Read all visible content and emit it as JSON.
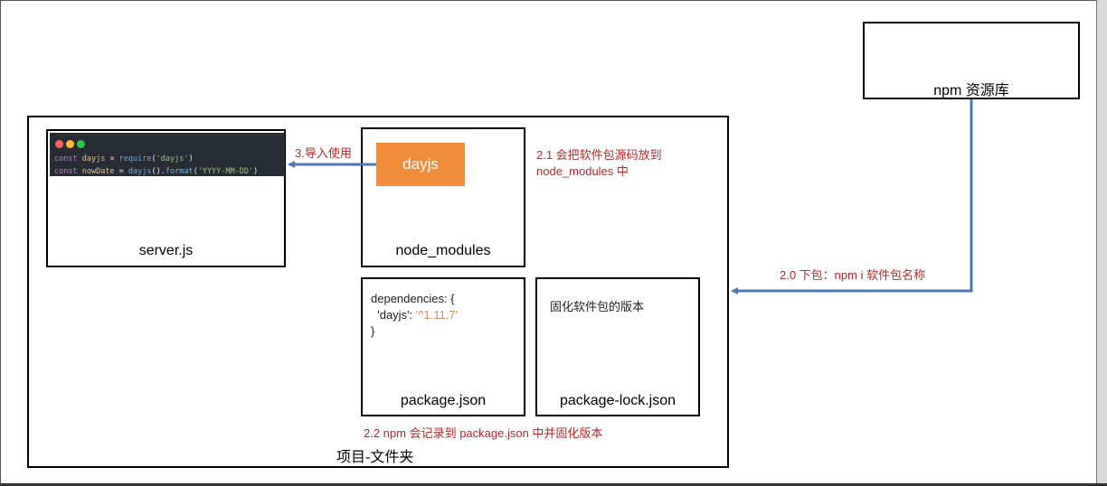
{
  "colors": {
    "arrow": "#4a7ab5",
    "annotation": "#b02a2a",
    "badge": "#f08c3a",
    "code_bg": "#282c34"
  },
  "npm_registry": {
    "label": "npm 资源库"
  },
  "project_folder": {
    "label": "项目-文件夹"
  },
  "server_box": {
    "label": "server.js",
    "code_lines": [
      {
        "kw": "const",
        "var": "dayjs",
        "op": " = ",
        "fn": "require",
        "open": "(",
        "str": "'dayjs'",
        "close": ")"
      },
      {
        "kw": "const",
        "var": "nowDate",
        "op": " = ",
        "fn": "dayjs",
        "open": "().",
        "fn2": "format",
        "open2": "(",
        "str": "'YYYY-MM-DD'",
        "close": ")"
      }
    ],
    "window_dots": [
      "#ff5f57",
      "#febc2e",
      "#28c840"
    ]
  },
  "node_modules_box": {
    "label": "node_modules",
    "badge": "dayjs"
  },
  "package_json_box": {
    "label": "package.json",
    "deps_line1": "dependencies: {",
    "deps_key": "'dayjs': ",
    "deps_ver": "'^1.11.7'",
    "deps_close": "}"
  },
  "package_lock_box": {
    "label": "package-lock.json",
    "note": "固化软件包的版本"
  },
  "annotations": {
    "import": "3.导入使用",
    "put_source_1": "2.1 会把软件包源码放到",
    "put_source_2": "node_modules 中",
    "download": "2.0 下包：npm i 软件包名称",
    "record": "2.2 npm 会记录到 package.json 中并固化版本"
  }
}
